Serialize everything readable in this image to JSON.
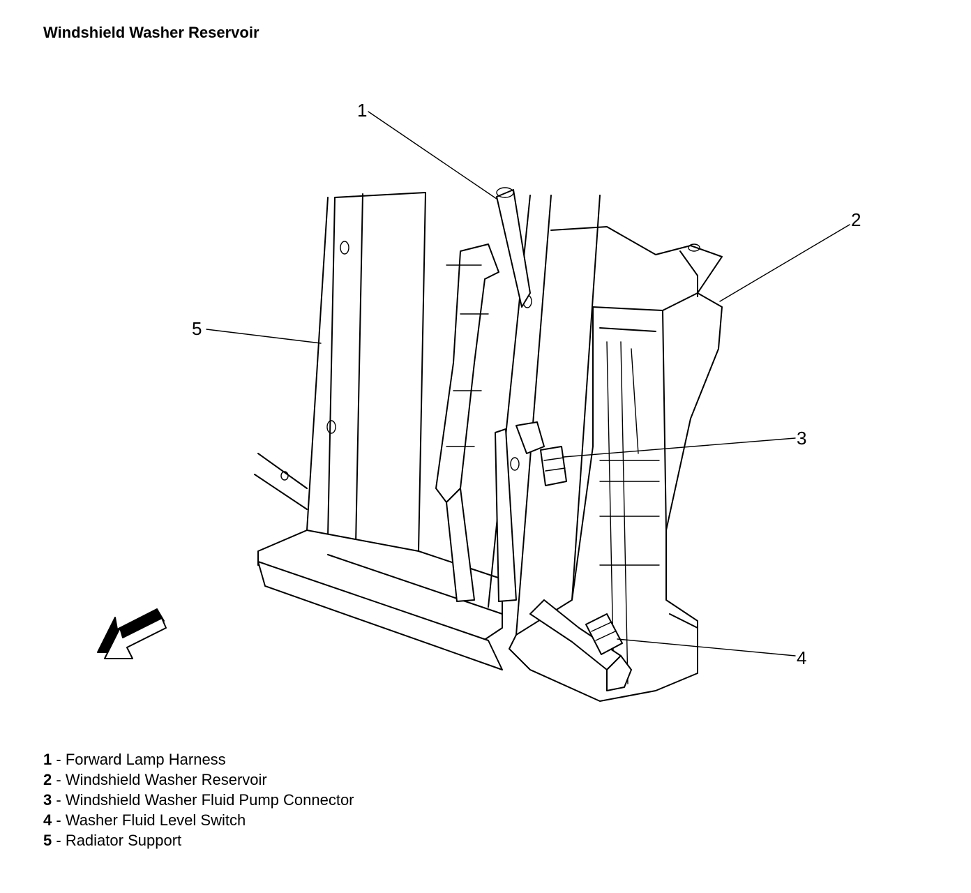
{
  "title": "Windshield Washer Reservoir",
  "callouts": [
    "1",
    "2",
    "3",
    "4",
    "5"
  ],
  "legend": [
    {
      "num": "1",
      "sep": " - ",
      "label": "Forward Lamp Harness"
    },
    {
      "num": "2",
      "sep": " - ",
      "label": "Windshield Washer Reservoir"
    },
    {
      "num": "3",
      "sep": " - ",
      "label": "Windshield Washer Fluid Pump Connector"
    },
    {
      "num": "4",
      "sep": " - ",
      "label": "Washer Fluid Level Switch"
    },
    {
      "num": "5",
      "sep": " - ",
      "label": "Radiator Support"
    }
  ]
}
